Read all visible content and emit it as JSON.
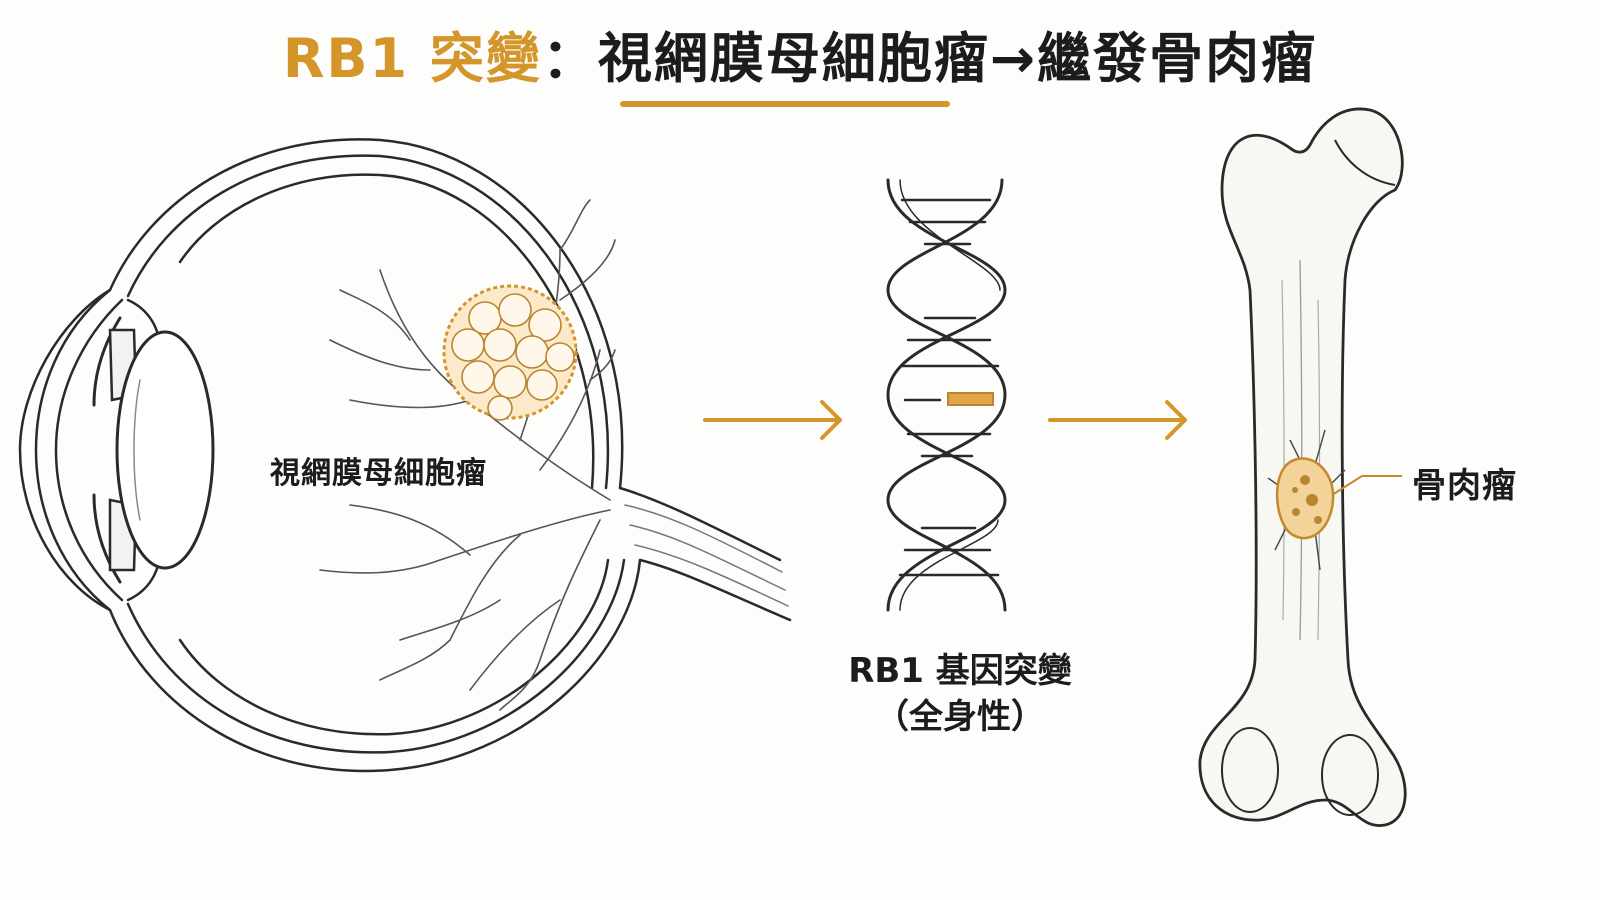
{
  "title": {
    "prefix": "RB1 突變",
    "rest": "：視網膜母細胞瘤→繼發骨肉瘤"
  },
  "labels": {
    "retinoblastoma": "視網膜母細胞瘤",
    "gene_mutation_line1": "RB1 基因突變",
    "gene_mutation_line2": "（全身性）",
    "osteosarcoma": "骨肉瘤"
  },
  "colors": {
    "accent": "#d4952b",
    "ink": "#1c1c1c",
    "line": "#2a2a2a"
  },
  "icons": [
    "eye-anatomy-illustration",
    "dna-double-helix",
    "femur-bone-illustration",
    "arrow-right-icon"
  ]
}
